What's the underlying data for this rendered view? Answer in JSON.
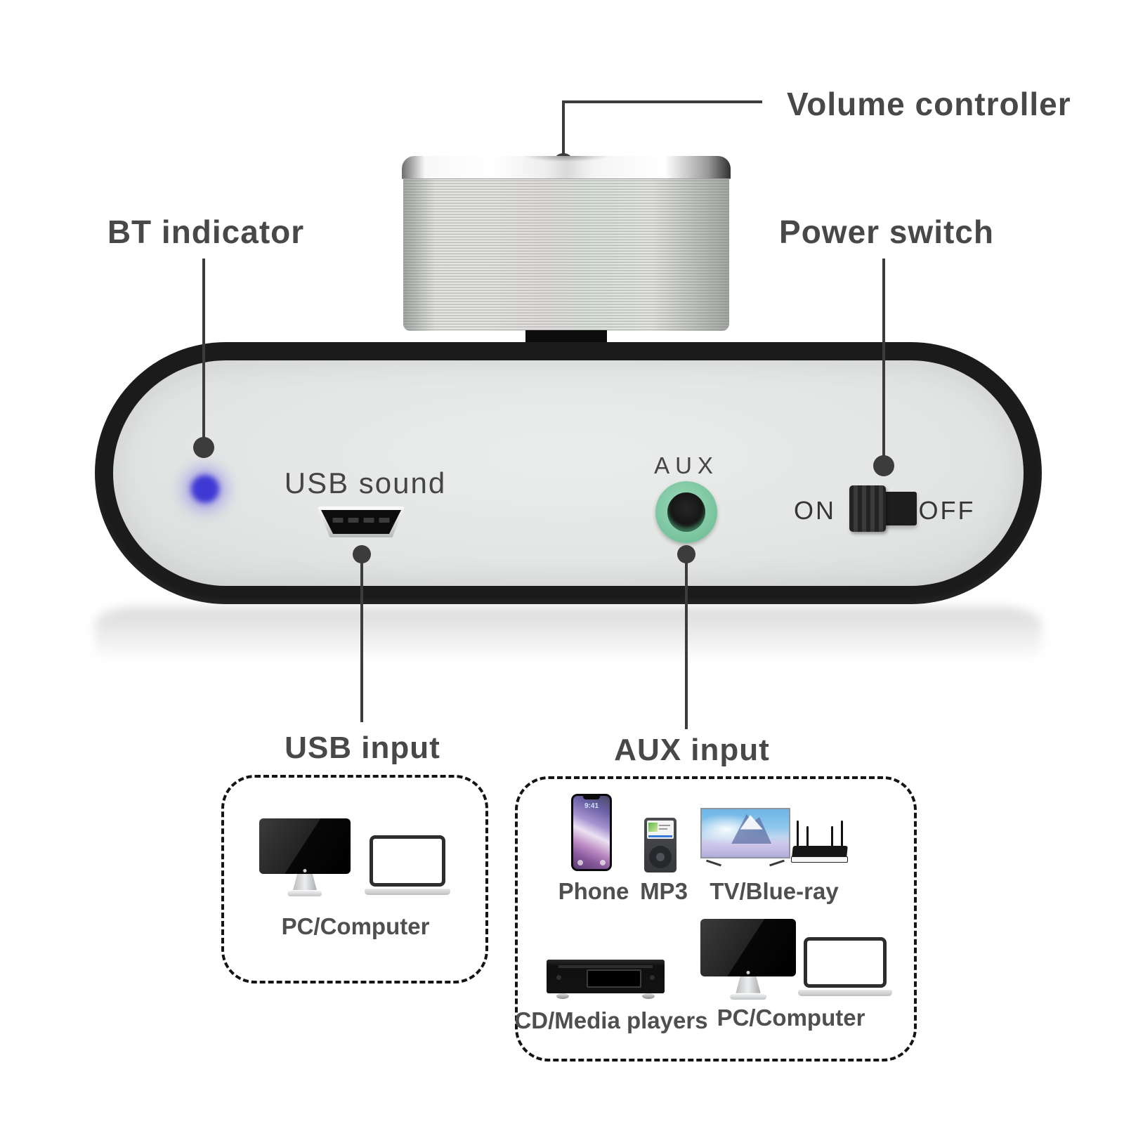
{
  "callouts": {
    "volume": "Volume controller",
    "bt": "BT indicator",
    "power": "Power switch"
  },
  "panel": {
    "usb_sound": "USB sound",
    "aux": "AUX",
    "on": "ON",
    "off": "OFF"
  },
  "sections": {
    "usb_input": {
      "title": "USB input",
      "devices": [
        {
          "label": "PC/Computer"
        }
      ]
    },
    "aux_input": {
      "title": "AUX input",
      "devices": [
        {
          "label": "Phone"
        },
        {
          "label": "MP3"
        },
        {
          "label": "TV/Blue-ray"
        },
        {
          "label": "CD/Media players"
        },
        {
          "label": "PC/Computer"
        }
      ]
    }
  },
  "phone": {
    "time": "9:41"
  },
  "colors": {
    "led_blue": "#4038d4",
    "aux_ring_green": "#7fc8a3",
    "label_text": "#484848",
    "callout_line": "#3c3c3c",
    "device_body": "#1b1b1b",
    "device_face": "#e4e6e5",
    "knob_silver": "#d9dad8"
  },
  "icons": {
    "volume_knob": "knurled-cylinder-knob",
    "bt_led": "glowing-blue-dot",
    "usb_port": "micro-usb-trapezoid",
    "aux_jack": "green-3.5mm-ring",
    "power_switch": "slide-toggle",
    "pc": "imac-monitor",
    "laptop": "notebook-computer",
    "phone": "smartphone",
    "mp3": "ipod-classic",
    "tv": "flatscreen-tv",
    "router": "wifi-router",
    "cd_player": "cd-media-player-deck"
  }
}
